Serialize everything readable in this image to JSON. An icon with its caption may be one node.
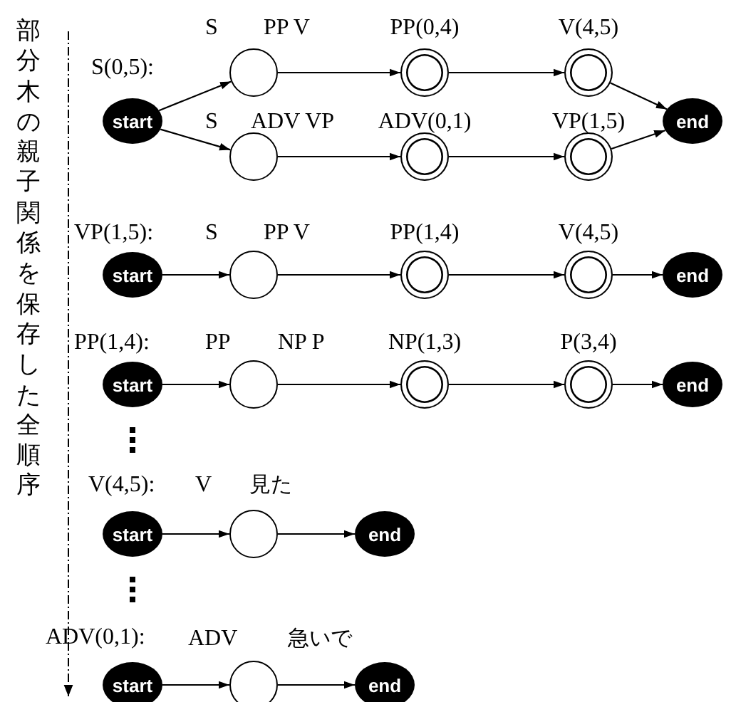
{
  "diagram": {
    "nodes": [
      {
        "text": [
          "start"
        ]
      },
      {
        "text": [],
        "shape": "circle",
        "beside": [
          "S",
          "PP V"
        ]
      },
      {
        "text": [],
        "shape": "circle",
        "beside": [
          "PP(0,4)"
        ]
      },
      {
        "text": [],
        "shape": "circle",
        "beside": [
          "V(4,5)"
        ]
      },
      {
        "text": [],
        "shape": "circle",
        "beside": [
          "S",
          "ADV  VP"
        ]
      },
      {
        "text": [],
        "shape": "circle",
        "beside": [
          "ADV(0,1)"
        ]
      },
      {
        "text": [],
        "shape": "circle",
        "beside": [
          "VP(1,5)"
        ]
      },
      {
        "text": [
          "end"
        ]
      },
      {
        "text": [
          "start"
        ]
      },
      {
        "text": [],
        "shape": "circle",
        "beside": [
          "S",
          "PP V"
        ]
      },
      {
        "text": [],
        "shape": "circle",
        "beside": [
          "PP(1,4)"
        ]
      },
      {
        "text": [],
        "shape": "circle",
        "beside": [
          "V(4,5)"
        ]
      },
      {
        "text": [
          "end"
        ]
      },
      {
        "text": [
          "start"
        ]
      },
      {
        "text": [],
        "shape": "circle",
        "beside": [
          "PP",
          "NP P"
        ]
      },
      {
        "text": [],
        "shape": "circle",
        "beside": [
          "NP(1,3)"
        ]
      },
      {
        "text": [],
        "shape": "circle",
        "beside": [
          "P(3,4)"
        ]
      },
      {
        "text": [
          "end"
        ]
      },
      {
        "text": [
          "start"
        ]
      },
      {
        "text": [],
        "shape": "circle",
        "beside": [
          "V",
          "見た"
        ]
      },
      {
        "text": [
          "end"
        ]
      },
      {
        "text": [
          "start"
        ]
      },
      {
        "text": [],
        "shape": "circle",
        "beside": [
          "ADV",
          "急いで"
        ]
      },
      {
        "text": [
          "end"
        ]
      }
    ],
    "edges": [
      {
        "from": 0,
        "to": 1,
        "arrow": "to"
      },
      {
        "from": 1,
        "to": 2,
        "arrow": "to"
      },
      {
        "from": 2,
        "to": 3,
        "arrow": "to"
      },
      {
        "from": 3,
        "to": 7,
        "arrow": "to"
      },
      {
        "from": 0,
        "to": 4,
        "arrow": "to"
      },
      {
        "from": 4,
        "to": 5,
        "arrow": "to"
      },
      {
        "from": 5,
        "to": 6,
        "arrow": "to"
      },
      {
        "from": 6,
        "to": 7,
        "arrow": "to"
      },
      {
        "from": 8,
        "to": 9,
        "arrow": "to"
      },
      {
        "from": 9,
        "to": 10,
        "arrow": "to"
      },
      {
        "from": 10,
        "to": 11,
        "arrow": "to"
      },
      {
        "from": 11,
        "to": 12,
        "arrow": "to"
      },
      {
        "from": 13,
        "to": 14,
        "arrow": "to"
      },
      {
        "from": 14,
        "to": 15,
        "arrow": "to"
      },
      {
        "from": 15,
        "to": 16,
        "arrow": "to"
      },
      {
        "from": 16,
        "to": 17,
        "arrow": "to"
      },
      {
        "from": 18,
        "to": 19,
        "arrow": "to"
      },
      {
        "from": 19,
        "to": 20,
        "arrow": "to"
      },
      {
        "from": 21,
        "to": 22,
        "arrow": "to"
      },
      {
        "from": 22,
        "to": 23,
        "arrow": "to"
      }
    ],
    "labels": [
      "部分木の親子関係を保存した全順序",
      "S(0,5):",
      "VP(1,5):",
      "PP(1,4):",
      "V(4,5):",
      "ADV(0,1):"
    ]
  }
}
